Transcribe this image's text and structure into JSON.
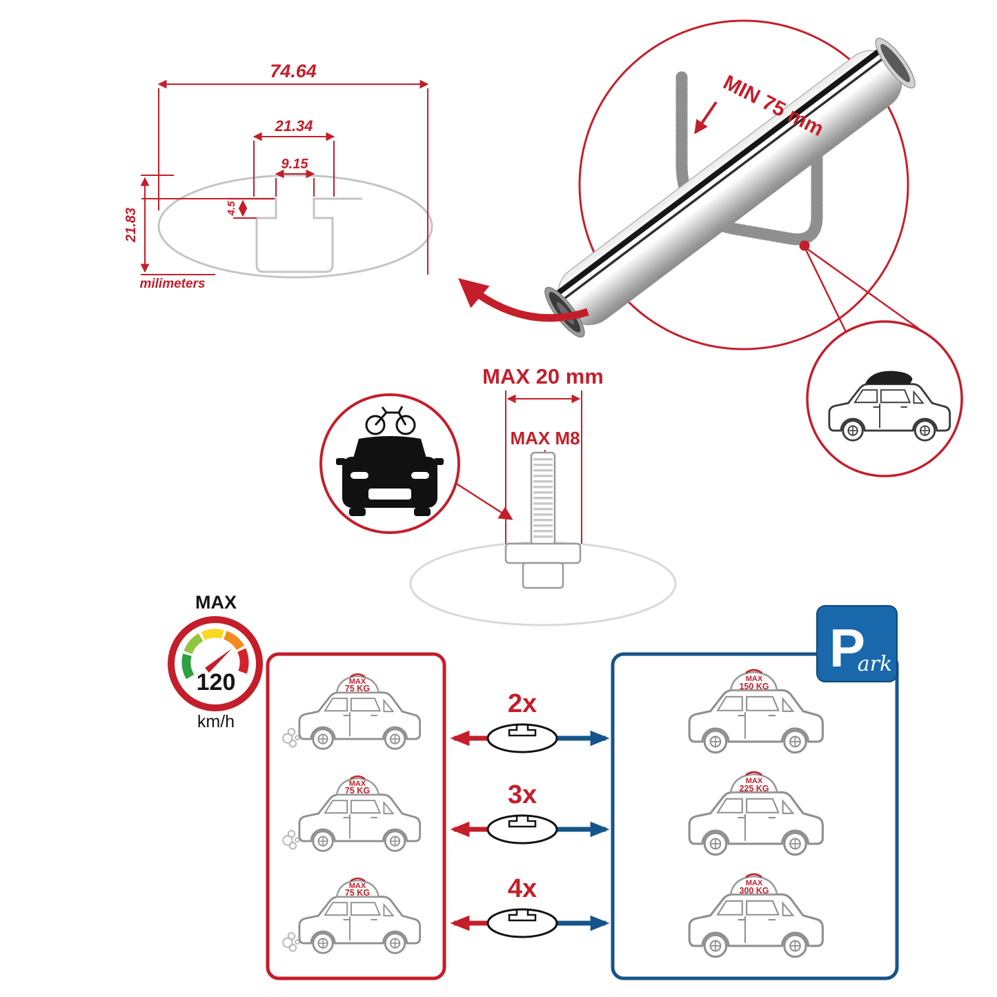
{
  "colors": {
    "red": "#c41e2a",
    "blue": "#15548a",
    "sign_blue": "#1968ab",
    "gray_profile": "#c4c4c4",
    "car_gray": "#8f8f8f"
  },
  "profile_dimensions": {
    "total_width": "74.64",
    "outer_slot_width": "21.34",
    "inner_slot_width": "9.15",
    "lip_depth": "4.5",
    "total_height": "21.83",
    "unit_label": "milimeters"
  },
  "clamp_section": {
    "min_clearance": "MIN 75 mm"
  },
  "bolt_section": {
    "max_width": "MAX 20 mm",
    "max_thread": "MAX M8"
  },
  "speed_limit": {
    "label": "MAX",
    "value": "120",
    "unit": "km/h"
  },
  "parking_sign": {
    "letter": "P",
    "script": "ark"
  },
  "crossbar_counts": [
    "2x",
    "3x",
    "4x"
  ],
  "driving_loads": [
    {
      "label": "MAX",
      "value": "75 KG"
    },
    {
      "label": "MAX",
      "value": "75 KG"
    },
    {
      "label": "MAX",
      "value": "75 KG"
    }
  ],
  "parked_loads": [
    {
      "label": "MAX",
      "value": "150 KG"
    },
    {
      "label": "MAX",
      "value": "225 KG"
    },
    {
      "label": "MAX",
      "value": "300 KG"
    }
  ]
}
